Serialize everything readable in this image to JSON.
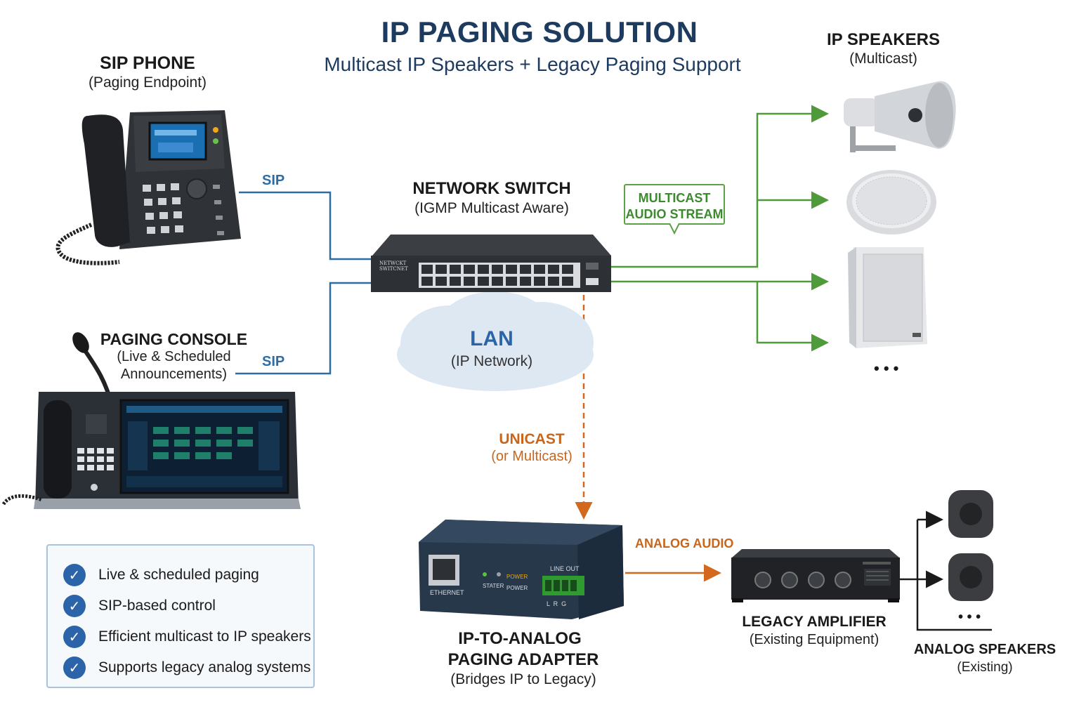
{
  "title": "IP PAGING SOLUTION",
  "subtitle": "Multicast IP Speakers + Legacy Paging Support",
  "nodes": {
    "sip_phone": {
      "name": "SIP PHONE",
      "desc": "(Paging Endpoint)"
    },
    "paging_console": {
      "name": "PAGING CONSOLE",
      "desc_line1": "(Live & Scheduled",
      "desc_line2": "Announcements)"
    },
    "network_switch": {
      "name": "NETWORK SWITCH",
      "desc": "(IGMP Multicast Aware)",
      "device_text1": "NETWCKT",
      "device_text2": "SWITCNET"
    },
    "lan": {
      "name": "LAN",
      "desc": "(IP Network)"
    },
    "ip_speakers": {
      "name": "IP SPEAKERS",
      "desc": "(Multicast)",
      "more": "• • •"
    },
    "adapter": {
      "name_line1": "IP-TO-ANALOG",
      "name_line2": "PAGING ADAPTER",
      "desc": "(Bridges IP to Legacy)",
      "port_label": "ETHERNET",
      "line_out": "LINE OUT",
      "power": "POWER",
      "status": "STATER",
      "power2": "POWER",
      "lrg": "L  R  G"
    },
    "amplifier": {
      "name": "LEGACY AMPLIFIER",
      "desc": "(Existing Equipment)"
    },
    "analog_speakers": {
      "name": "ANALOG SPEAKERS",
      "desc": "(Existing)",
      "more": "• • •"
    }
  },
  "connections": {
    "sip_phone": "SIP",
    "sip_console": "SIP",
    "multicast_line1": "MULTICAST",
    "multicast_line2": "AUDIO STREAM",
    "unicast_line1": "UNICAST",
    "unicast_line2": "(or Multicast)",
    "analog_audio": "ANALOG AUDIO"
  },
  "features": [
    "Live & scheduled paging",
    "SIP-based control",
    "Efficient multicast to IP speakers",
    "Supports legacy analog systems"
  ],
  "colors": {
    "sip": "#2e6da4",
    "multicast": "#4f9a3a",
    "unicast": "#d2691e",
    "title": "#1d3a5f"
  }
}
